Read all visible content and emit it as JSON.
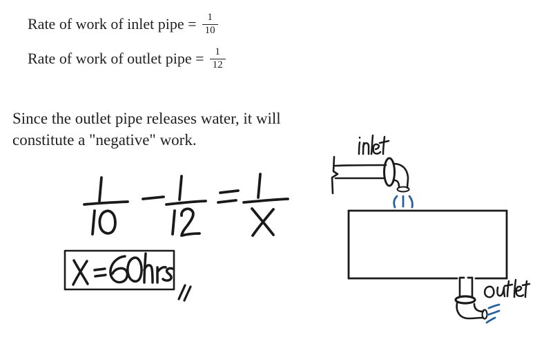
{
  "page": {
    "background": "#ffffff",
    "ink_color": "#1a1a1a",
    "water_color": "#2a6099"
  },
  "typed_lines": [
    {
      "text": "Rate of work of inlet pipe =",
      "fraction": {
        "numerator": "1",
        "denominator": "10"
      }
    },
    {
      "text": "Rate of work of outlet pipe =",
      "fraction": {
        "numerator": "1",
        "denominator": "12"
      }
    }
  ],
  "paragraph": {
    "line1": "Since the outlet pipe releases water, it will",
    "line2": "constitute a \"negative\" work."
  },
  "handwritten_equation": {
    "text": "1/10 − 1/12 = 1/X",
    "terms": [
      {
        "numerator": "1",
        "denominator": "10"
      },
      {
        "operator": "−"
      },
      {
        "numerator": "1",
        "denominator": "12"
      },
      {
        "operator": "="
      },
      {
        "numerator": "1",
        "denominator": "X"
      }
    ]
  },
  "answer": {
    "text": "X = 60 hrs",
    "boxed": true,
    "tick_mark": "//"
  },
  "diagram": {
    "inlet_label": "inlet",
    "outlet_label": "outlet",
    "tank_shape": "rectangle",
    "inlet_water_marks": "water pouring into tank",
    "outlet_water_marks": "water spraying from outlet pipe"
  }
}
